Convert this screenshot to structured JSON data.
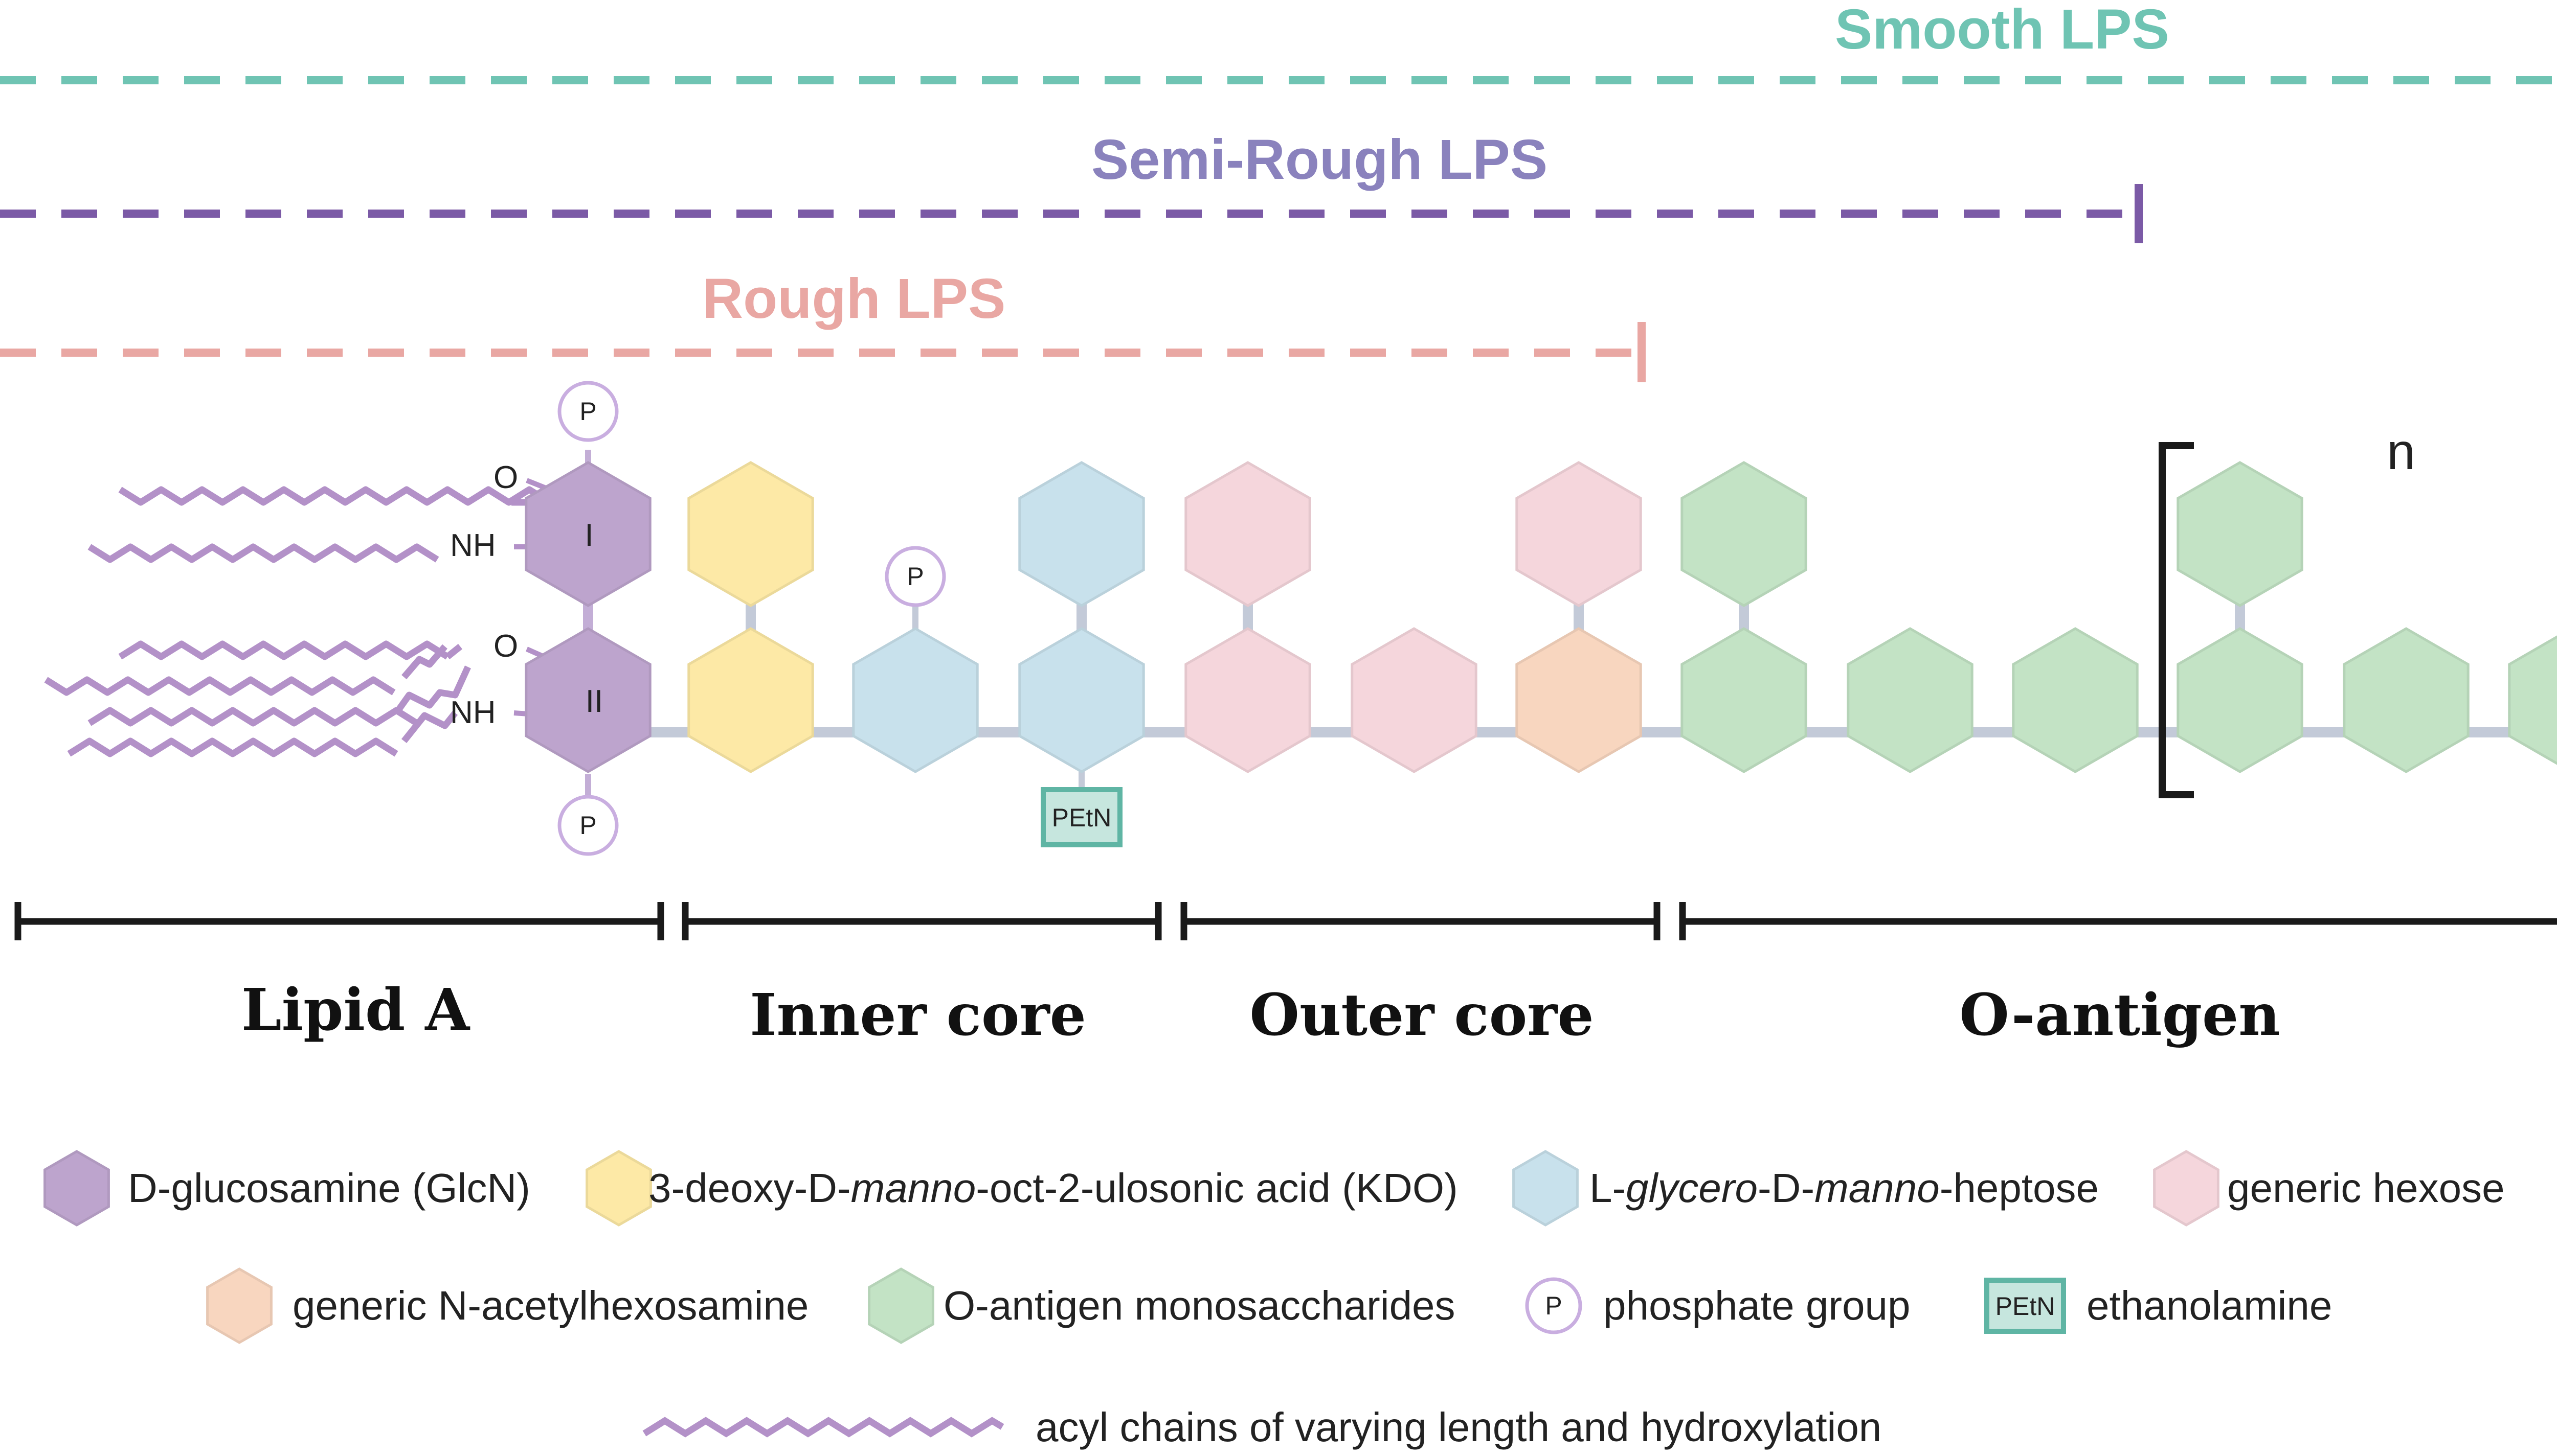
{
  "headers": {
    "smooth": "Smooth LPS",
    "semi_rough": "Semi-Rough LPS",
    "rough": "Rough LPS"
  },
  "colors": {
    "smooth": "#6fc4b3",
    "semi_rough": "#7b5aa6",
    "semi_rough_text": "#8a82bd",
    "rough": "#e9a7a3",
    "glcn": "#bda4cd",
    "kdo": "#fde9a6",
    "heptose": "#c8e1ec",
    "hexose": "#f5d6dc",
    "hexnac": "#f8d6bf",
    "oantigen": "#c3e3c5",
    "linker": "#c3cad8",
    "phosphate_stroke": "#c9aee0",
    "petn_fill": "#c6e6de",
    "petn_stroke": "#5fb5a4",
    "acyl": "#b391c8"
  },
  "molecule": {
    "glcn_1": "I",
    "glcn_2": "II",
    "o_label": "O",
    "nh_label": "NH",
    "phosphate": "P",
    "petn": "PEtN",
    "repeat": "n"
  },
  "sections": {
    "lipid_a": "Lipid A",
    "inner_core": "Inner core",
    "outer_core": "Outer core",
    "o_antigen": "O-antigen"
  },
  "legend": {
    "glcn": "D-glucosamine (GlcN)",
    "kdo": {
      "pre": "3-deoxy-D-",
      "em": "manno",
      "post": "-oct-2-ulosonic acid (KDO)"
    },
    "heptose": {
      "a": "L-",
      "em1": "glycero",
      "b": "-D-",
      "em2": "manno",
      "c": "-heptose"
    },
    "hexose": "generic hexose",
    "hexnac": "generic N-acetylhexosamine",
    "oantigen": "O-antigen monosaccharides",
    "phosphate": "phosphate group",
    "phosphate_symbol": "P",
    "petn_symbol": "PEtN",
    "ethanolamine": "ethanolamine",
    "acyl": "acyl chains of varying length and hydroxylation"
  }
}
